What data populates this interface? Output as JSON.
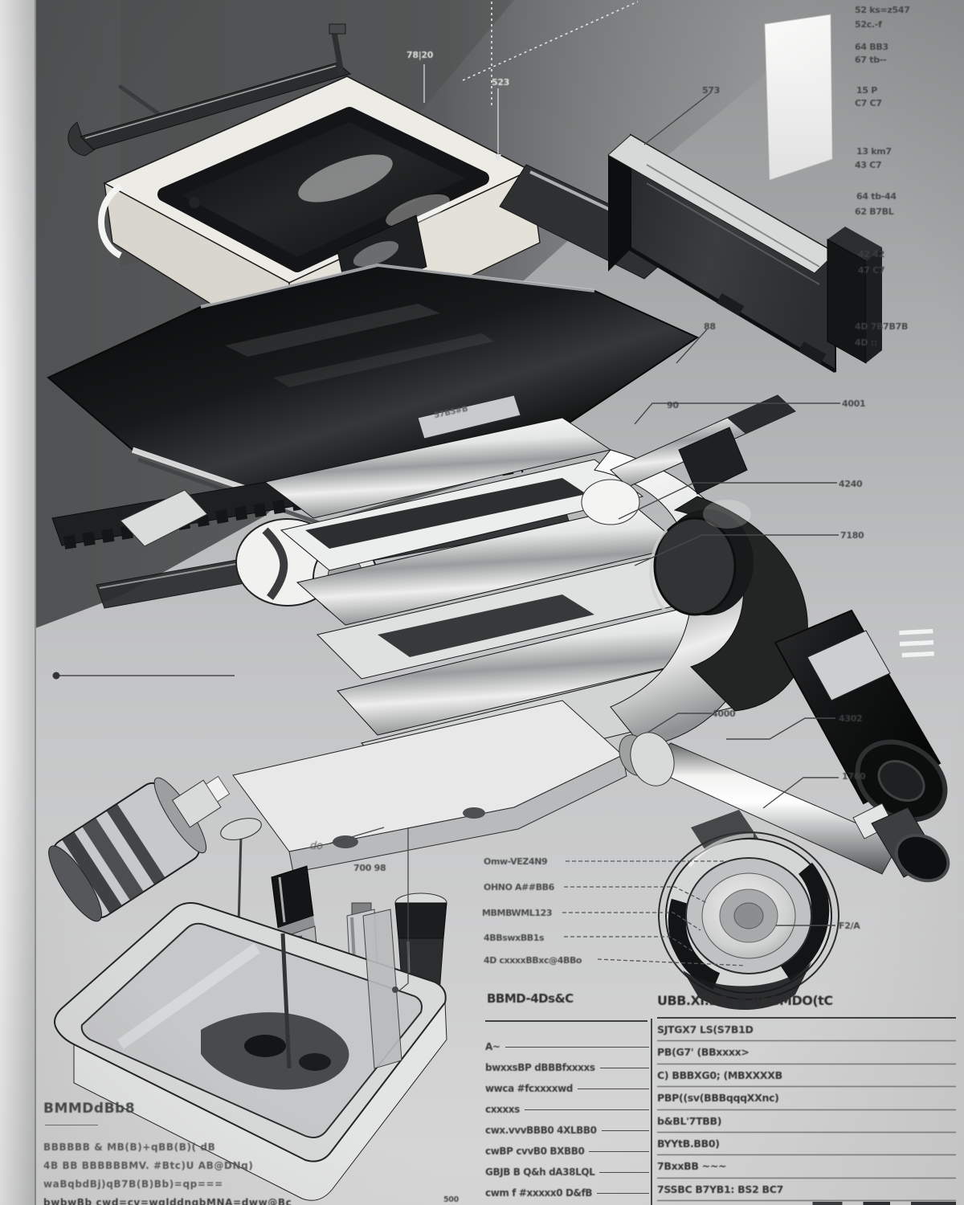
{
  "figure": {
    "kind": "exploded parts diagram",
    "medium": "grayscale technical print",
    "accent_dark": "#1a1b1c",
    "paper_gray": "#c7c8c9"
  },
  "labels": {
    "top_left_tick": "78|20",
    "top_mid_tick": "523",
    "panel_code": "573",
    "plate_code": "88",
    "rail_code": "90",
    "code_4001": "4001",
    "code_4240": "4240",
    "code_7180": "7180",
    "code_4000": "4000",
    "code_4302": "4302",
    "code_1760": "1760",
    "code_f2a": "F2/A",
    "nameplate": "57B5#B",
    "hand_note": "do",
    "pair_note": "700 98",
    "tiny_bottom": "500",
    "right_column": [
      "52 ks=z547",
      "52c.-f",
      "64 BB3",
      "67 tb--",
      "15 P",
      "C7 C7",
      "13 km7",
      "43 C7",
      "64 tb-44",
      "62 B7BL",
      "42 42",
      "47 C7",
      "4D 7B7B7B",
      "4D ::"
    ],
    "lens_callouts": [
      "Omw-VEZ4N9",
      "OHNO A##BB6",
      "MBMBWML123",
      "4BBswxBB1s",
      "4D cxxxxBBxc@4BBo"
    ]
  },
  "notes": {
    "heading": "BMMDdBb8",
    "lines": [
      "BBBBBB & MB(B)+qBB(B)( dB",
      "4B BB BBBBBBMV. #Btc)U AB@DNq)",
      "waBqbdBj)qB7B(B)Bb)=qp===",
      "bwbwBb cwd=cv=wqlddnqbMNA=dww@Bc"
    ]
  },
  "table": {
    "left_header": "BBMD-4Ds&C",
    "right_header": "UBB.XI.BR. # BbGMDO(tC",
    "left_rows": [
      "A~",
      "bwxxsBP dBBBfxxxxs",
      "wwca #fcxxxxwd",
      "cxxxxs",
      "cwx.vvvBBB0 4XLBB0",
      "cwBP cvvB0 BXBB0",
      "GBJB B Q&h dA38LQL",
      "cwm f #xxxxx0 D&fB"
    ],
    "right_rows": [
      "SJTGX7 LS(S7B1D",
      "PB(G7' (BBxxxx>",
      "C) BBBXG0; (MBXXXXB",
      "PBP((sv(BBBqqqXXnc)",
      "b&BL'7TBB)",
      "BYYtB.BB0)",
      "7BxxBB ~~~",
      "7SSBC B7YB1: BS2 BC7"
    ]
  }
}
